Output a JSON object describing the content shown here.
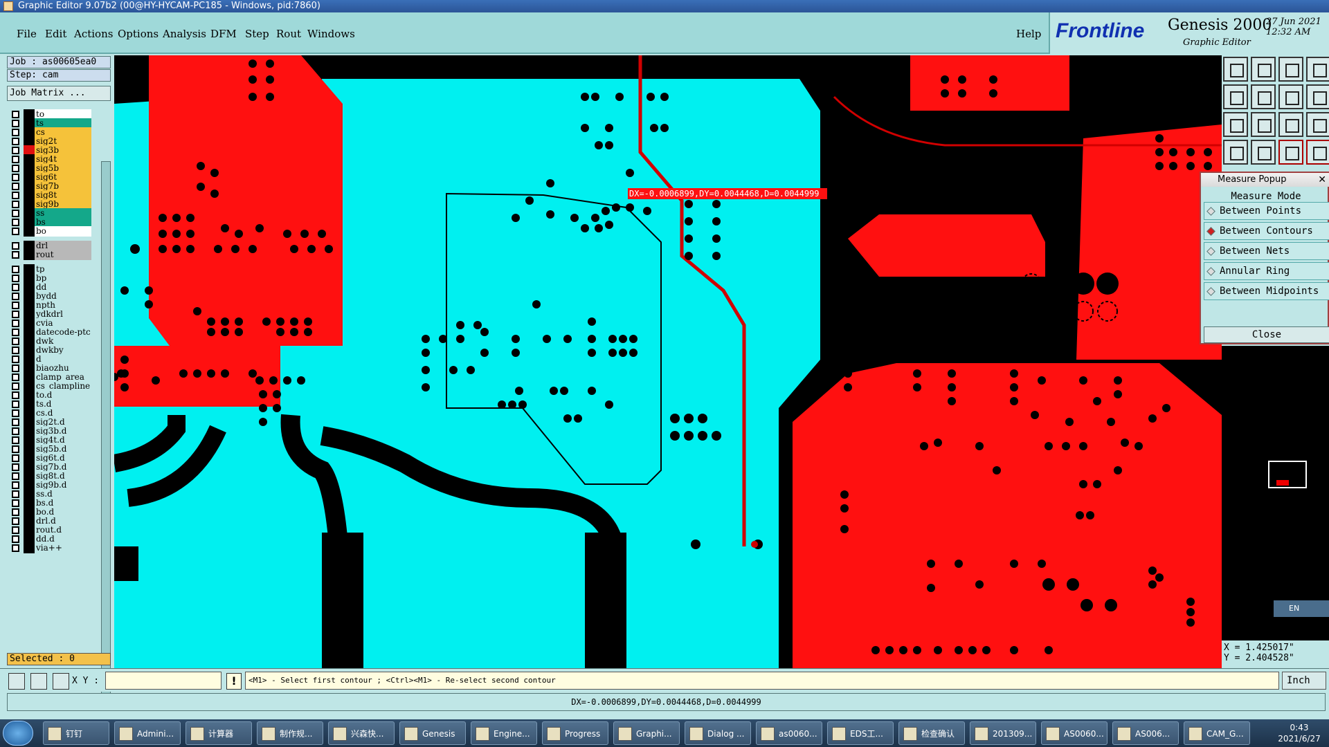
{
  "window": {
    "title": "Graphic Editor 9.07b2 (00@HY-HYCAM-PC185 - Windows, pid:7860)"
  },
  "menu": {
    "items": [
      "File",
      "Edit",
      "Actions",
      "Options",
      "Analysis",
      "DFM",
      "Step",
      "Rout",
      "Windows"
    ],
    "help": "Help"
  },
  "brand": {
    "logo": "Frontline",
    "product": "Genesis 2000",
    "subtitle": "Graphic Editor",
    "date": "27 Jun 2021",
    "time": "12:32 AM"
  },
  "left": {
    "job": "Job : as00605ea0",
    "step": "Step: cam",
    "matrix_button": "Job Matrix ...",
    "selected": "Selected : 0"
  },
  "layers": [
    {
      "name": "to",
      "color": "#ffffff"
    },
    {
      "name": "ts",
      "color": "#14a88a"
    },
    {
      "name": "cs",
      "color": "#f5c23a"
    },
    {
      "name": "sig2t",
      "color": "#f5c23a"
    },
    {
      "name": "sig3b",
      "color": "#f5c23a",
      "active": true
    },
    {
      "name": "sig4t",
      "color": "#f5c23a"
    },
    {
      "name": "sig5b",
      "color": "#f5c23a"
    },
    {
      "name": "sig6t",
      "color": "#f5c23a"
    },
    {
      "name": "sig7b",
      "color": "#f5c23a"
    },
    {
      "name": "sig8t",
      "color": "#f5c23a"
    },
    {
      "name": "sig9b",
      "color": "#f5c23a"
    },
    {
      "name": "ss",
      "color": "#14a88a"
    },
    {
      "name": "bs",
      "color": "#14a88a"
    },
    {
      "name": "bo",
      "color": "#ffffff"
    },
    {
      "name": "drl",
      "color": "#b8b8b8"
    },
    {
      "name": "rout",
      "color": "#b8b8b8"
    },
    {
      "name": "tp",
      "color": "#bfe6e6"
    },
    {
      "name": "bp",
      "color": "#bfe6e6"
    },
    {
      "name": "dd",
      "color": "#bfe6e6"
    },
    {
      "name": "bydd",
      "color": "#bfe6e6"
    },
    {
      "name": "npth",
      "color": "#bfe6e6"
    },
    {
      "name": "ydkdrl",
      "color": "#bfe6e6"
    },
    {
      "name": "cvia",
      "color": "#bfe6e6"
    },
    {
      "name": "datecode-ptc",
      "color": "#bfe6e6"
    },
    {
      "name": "dwk",
      "color": "#bfe6e6"
    },
    {
      "name": "dwkby",
      "color": "#bfe6e6"
    },
    {
      "name": "d",
      "color": "#bfe6e6"
    },
    {
      "name": "biaozhu",
      "color": "#bfe6e6"
    },
    {
      "name": "clamp_area",
      "color": "#bfe6e6"
    },
    {
      "name": "cs_clampline",
      "color": "#bfe6e6"
    },
    {
      "name": "to.d",
      "color": "#bfe6e6"
    },
    {
      "name": "ts.d",
      "color": "#bfe6e6"
    },
    {
      "name": "cs.d",
      "color": "#bfe6e6"
    },
    {
      "name": "sig2t.d",
      "color": "#bfe6e6"
    },
    {
      "name": "sig3b.d",
      "color": "#bfe6e6"
    },
    {
      "name": "sig4t.d",
      "color": "#bfe6e6"
    },
    {
      "name": "sig5b.d",
      "color": "#bfe6e6"
    },
    {
      "name": "sig6t.d",
      "color": "#bfe6e6"
    },
    {
      "name": "sig7b.d",
      "color": "#bfe6e6"
    },
    {
      "name": "sig8t.d",
      "color": "#bfe6e6"
    },
    {
      "name": "sig9b.d",
      "color": "#bfe6e6"
    },
    {
      "name": "ss.d",
      "color": "#bfe6e6"
    },
    {
      "name": "bs.d",
      "color": "#bfe6e6"
    },
    {
      "name": "bo.d",
      "color": "#bfe6e6"
    },
    {
      "name": "drl.d",
      "color": "#bfe6e6"
    },
    {
      "name": "rout.d",
      "color": "#bfe6e6"
    },
    {
      "name": "dd.d",
      "color": "#bfe6e6"
    },
    {
      "name": "via++",
      "color": "#bfe6e6"
    }
  ],
  "canvas": {
    "measure_label": "DX=-0.0006899,DY=0.0044468,D=0.0044999",
    "colors": {
      "copper_a": "#00f0f0",
      "copper_b": "#ff1010",
      "bg": "#000000"
    }
  },
  "measure_popup": {
    "title": "Measure Popup",
    "mode_label": "Measure Mode",
    "options": [
      {
        "label": "Between Points",
        "selected": false
      },
      {
        "label": "Between Contours",
        "selected": true
      },
      {
        "label": "Between Nets",
        "selected": false
      },
      {
        "label": "Annular Ring",
        "selected": false
      },
      {
        "label": "Between Midpoints",
        "selected": false
      }
    ],
    "close": "Close"
  },
  "coords": {
    "x": "X = 1.425017\"",
    "y": "Y = 2.404528\""
  },
  "command": {
    "xy_label": "X Y :",
    "xy_value": "",
    "prompt": "<M1> - Select first contour ; <Ctrl><M1> - Re-select second contour",
    "unit": "Inch"
  },
  "status": "DX=-0.0006899,DY=0.0044468,D=0.0044999",
  "ime": "EN",
  "taskbar": {
    "tasks": [
      "钉钉",
      "Admini...",
      "计算器",
      "制作规...",
      "兴森快...",
      "Genesis",
      "Engine...",
      "Progress",
      "Graphi...",
      "Dialog ...",
      "as0060...",
      "EDS工...",
      "检查确认",
      "201309...",
      "AS0060...",
      "AS006...",
      "CAM_G..."
    ],
    "time": "0:43",
    "date": "2021/6/27"
  }
}
